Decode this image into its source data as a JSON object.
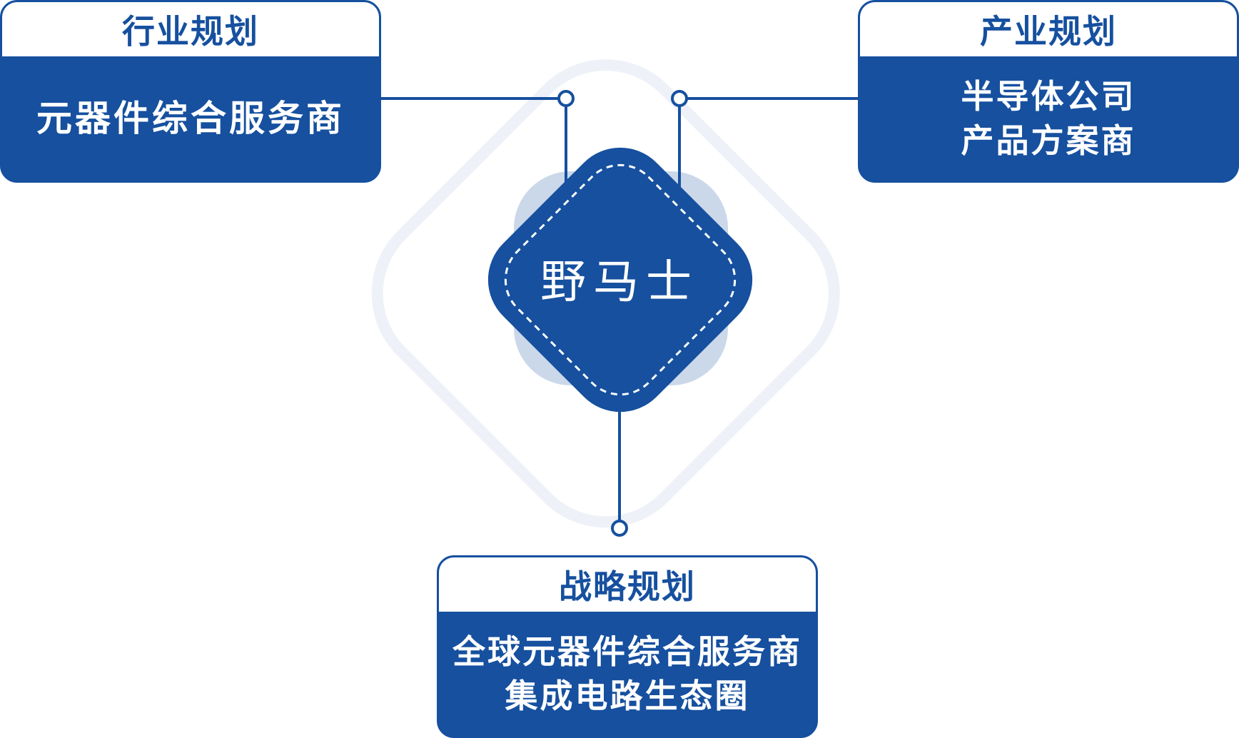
{
  "colors": {
    "primary": "#16509f",
    "light_ring": "#eef1f8",
    "soft_petal": "#cbd8ea",
    "white": "#ffffff"
  },
  "center": {
    "label": "野马士"
  },
  "cards": {
    "left": {
      "header": "行业规划",
      "lines": [
        "元器件综合服务商"
      ]
    },
    "right": {
      "header": "产业规划",
      "lines": [
        "半导体公司",
        "产品方案商"
      ]
    },
    "bottom": {
      "header": "战略规划",
      "lines": [
        "全球元器件综合服务商",
        "集成电路生态圈"
      ]
    }
  }
}
